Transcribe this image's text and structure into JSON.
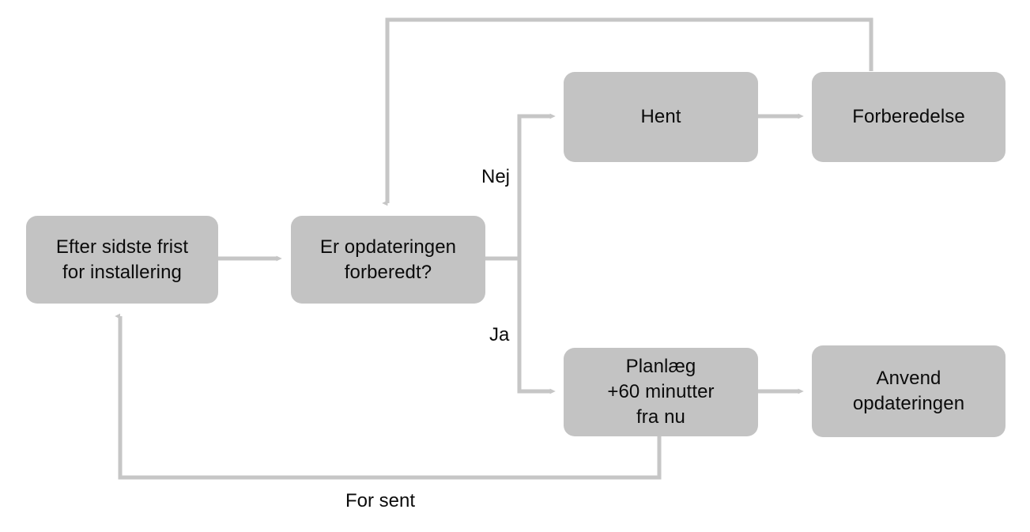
{
  "diagram": {
    "title": "Opdateringsforlob efter sidste frist",
    "language": "da",
    "colors": {
      "node_fill": "#c3c3c3",
      "connector": "#c6c6c6",
      "text": "#0b0b0b",
      "background": "#ffffff"
    },
    "nodes": [
      {
        "id": "efter-sidste-frist",
        "label": "Efter sidste frist\nfor installering",
        "shape": "rounded-rect"
      },
      {
        "id": "er-opdateringen-forberedt",
        "label": "Er opdateringen\nforberedt?",
        "shape": "rounded-rect"
      },
      {
        "id": "hent",
        "label": "Hent",
        "shape": "rounded-rect"
      },
      {
        "id": "forberedelse",
        "label": "Forberedelse",
        "shape": "rounded-rect"
      },
      {
        "id": "planlaeg",
        "label": "Planlæg\n+60 minutter\nfra nu",
        "shape": "rounded-rect"
      },
      {
        "id": "anvend-opdateringen",
        "label": "Anvend\nopdateringen",
        "shape": "rounded-rect"
      }
    ],
    "edge_labels": {
      "nej": "Nej",
      "ja": "Ja",
      "for_sent": "For sent"
    },
    "edges": [
      {
        "from": "efter-sidste-frist",
        "to": "er-opdateringen-forberedt",
        "label": ""
      },
      {
        "from": "er-opdateringen-forberedt",
        "to": "hent",
        "label": "Nej"
      },
      {
        "from": "hent",
        "to": "forberedelse",
        "label": ""
      },
      {
        "from": "forberedelse",
        "to": "er-opdateringen-forberedt",
        "label": ""
      },
      {
        "from": "er-opdateringen-forberedt",
        "to": "planlaeg",
        "label": "Ja"
      },
      {
        "from": "planlaeg",
        "to": "anvend-opdateringen",
        "label": ""
      },
      {
        "from": "planlaeg",
        "to": "efter-sidste-frist",
        "label": "For sent"
      }
    ]
  }
}
